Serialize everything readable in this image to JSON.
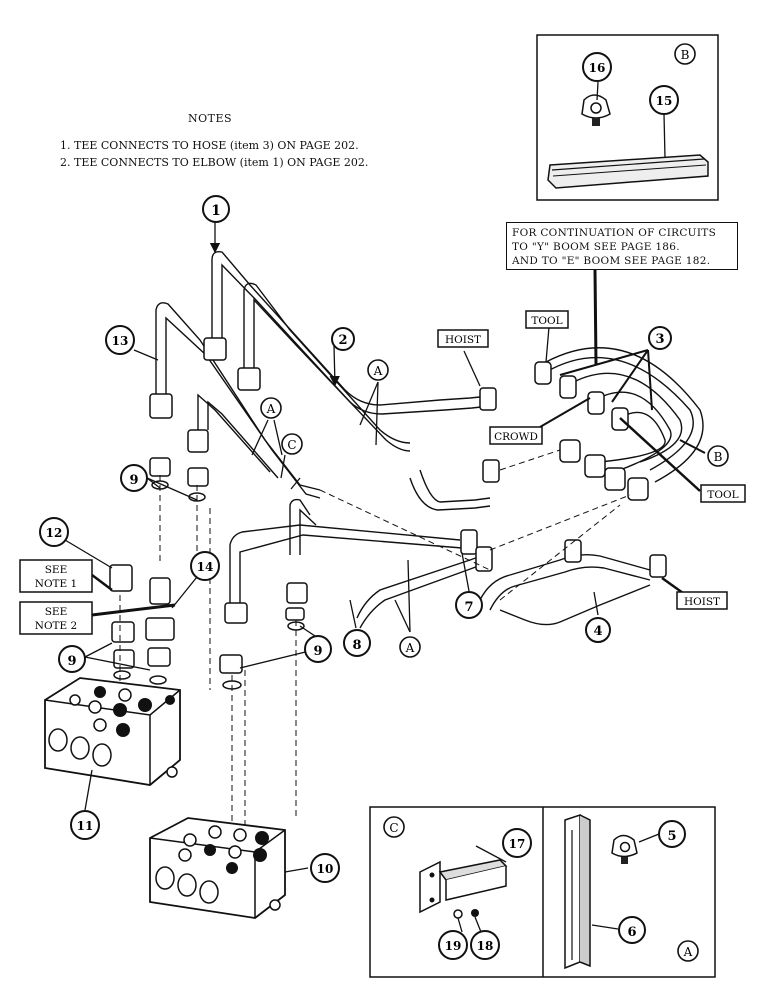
{
  "notes": {
    "title": "NOTES",
    "items": [
      "1.  TEE CONNECTS TO HOSE (item 3) ON PAGE 202.",
      "2.  TEE CONNECTS TO ELBOW (item 1) ON PAGE 202."
    ]
  },
  "continuation_note": {
    "line1": "FOR CONTINUATION OF CIRCUITS",
    "line2": "TO \"Y\" BOOM SEE PAGE 186.",
    "line3": "AND TO \"E\" BOOM SEE PAGE 182."
  },
  "callouts": [
    "1",
    "2",
    "3",
    "4",
    "5",
    "6",
    "7",
    "8",
    "9",
    "10",
    "11",
    "12",
    "13",
    "14",
    "15",
    "16",
    "17",
    "18",
    "19"
  ],
  "detail_letters": [
    "A",
    "B",
    "C"
  ],
  "tags": {
    "hoist": "HOIST",
    "tool": "TOOL",
    "crowd": "CROWD",
    "see_note_1": [
      "SEE",
      "NOTE 1"
    ],
    "see_note_2": [
      "SEE",
      "NOTE 2"
    ]
  }
}
